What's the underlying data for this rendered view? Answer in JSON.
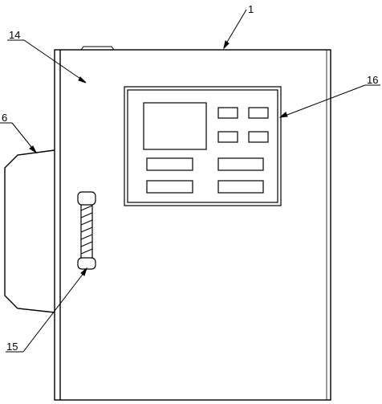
{
  "labels": {
    "label_1": "1",
    "label_14": "14",
    "label_16": "16",
    "label_6": "6",
    "label_15": "15"
  },
  "colors": {
    "stroke": "#000000",
    "background": "#ffffff"
  }
}
